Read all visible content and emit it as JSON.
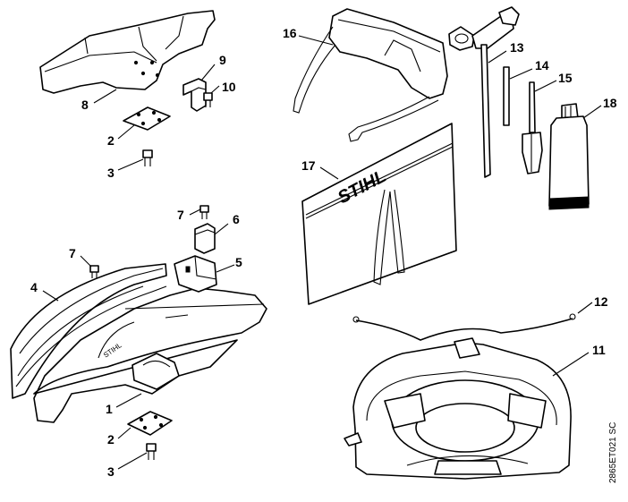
{
  "callouts": {
    "c1": "1",
    "c2a": "2",
    "c2b": "2",
    "c3a": "3",
    "c3b": "3",
    "c4": "4",
    "c5": "5",
    "c6": "6",
    "c7a": "7",
    "c7b": "7",
    "c8": "8",
    "c9": "9",
    "c10": "10",
    "c11": "11",
    "c12": "12",
    "c13": "13",
    "c14": "14",
    "c15": "15",
    "c16": "16",
    "c17": "17",
    "c18": "18"
  },
  "brand_text": "STIHL",
  "drawing_code": "2865ET021 SC"
}
